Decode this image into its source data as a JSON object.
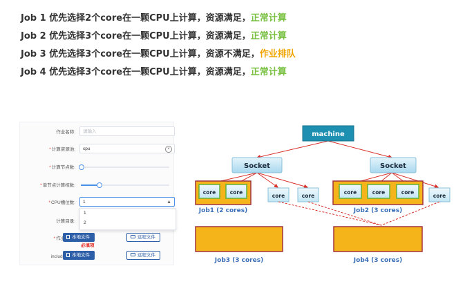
{
  "jobs": [
    {
      "text": "Job 1 优先选择2个core在一颗CPU上计算，资源满足，",
      "status": "正常计算",
      "status_color": "#7ac143"
    },
    {
      "text": "Job 2 优先选择3个core在一颗CPU上计算，资源满足，",
      "status": "正常计算",
      "status_color": "#7ac143"
    },
    {
      "text": "Job 3 优先选择3个core在一颗CPU上计算，资源不满足，",
      "status": "作业排队",
      "status_color": "#f0a500"
    },
    {
      "text": "Job 4 优先选择3个core在一颗CPU上计算，资源满足，",
      "status": "正常计算",
      "status_color": "#7ac143"
    }
  ],
  "form": {
    "job_name_label": "作业名称:",
    "job_name_placeholder": "请输入",
    "resource_pool_label": "计算资源池:",
    "resource_pool_value": "cpu",
    "node_count_label": "计算节点数:",
    "cores_per_node_label": "单节点计算核数:",
    "cpu_slots_label": "CPU槽位数:",
    "cpu_slots_value": "1",
    "cpu_slots_options": [
      "1",
      "2"
    ],
    "cores_per_node_fraction": 0.2,
    "work_dir_label": "计算目录:",
    "job_file_label": "作业文件:",
    "local_file_button": "本地文件",
    "remote_file_button": "远程文件",
    "required_tip": "必填项",
    "include_file_label": "include文件:"
  },
  "diagram": {
    "machine_label": "machine",
    "socket_label": "Socket",
    "core_label": "core",
    "colors": {
      "machine": "#1d8fb0",
      "socket": "#bfe2f2",
      "core": "#d6eef8",
      "job_fill": "#f5b51a",
      "job_border": "#a0343a",
      "link": "#d9302a",
      "core_green": "#61b23b"
    },
    "captions": {
      "job1": "Job1 (2 cores)",
      "job2": "Job2 (3 cores)",
      "job3": "Job3 (3 cores)",
      "job4": "Job4 (3 cores)"
    }
  }
}
